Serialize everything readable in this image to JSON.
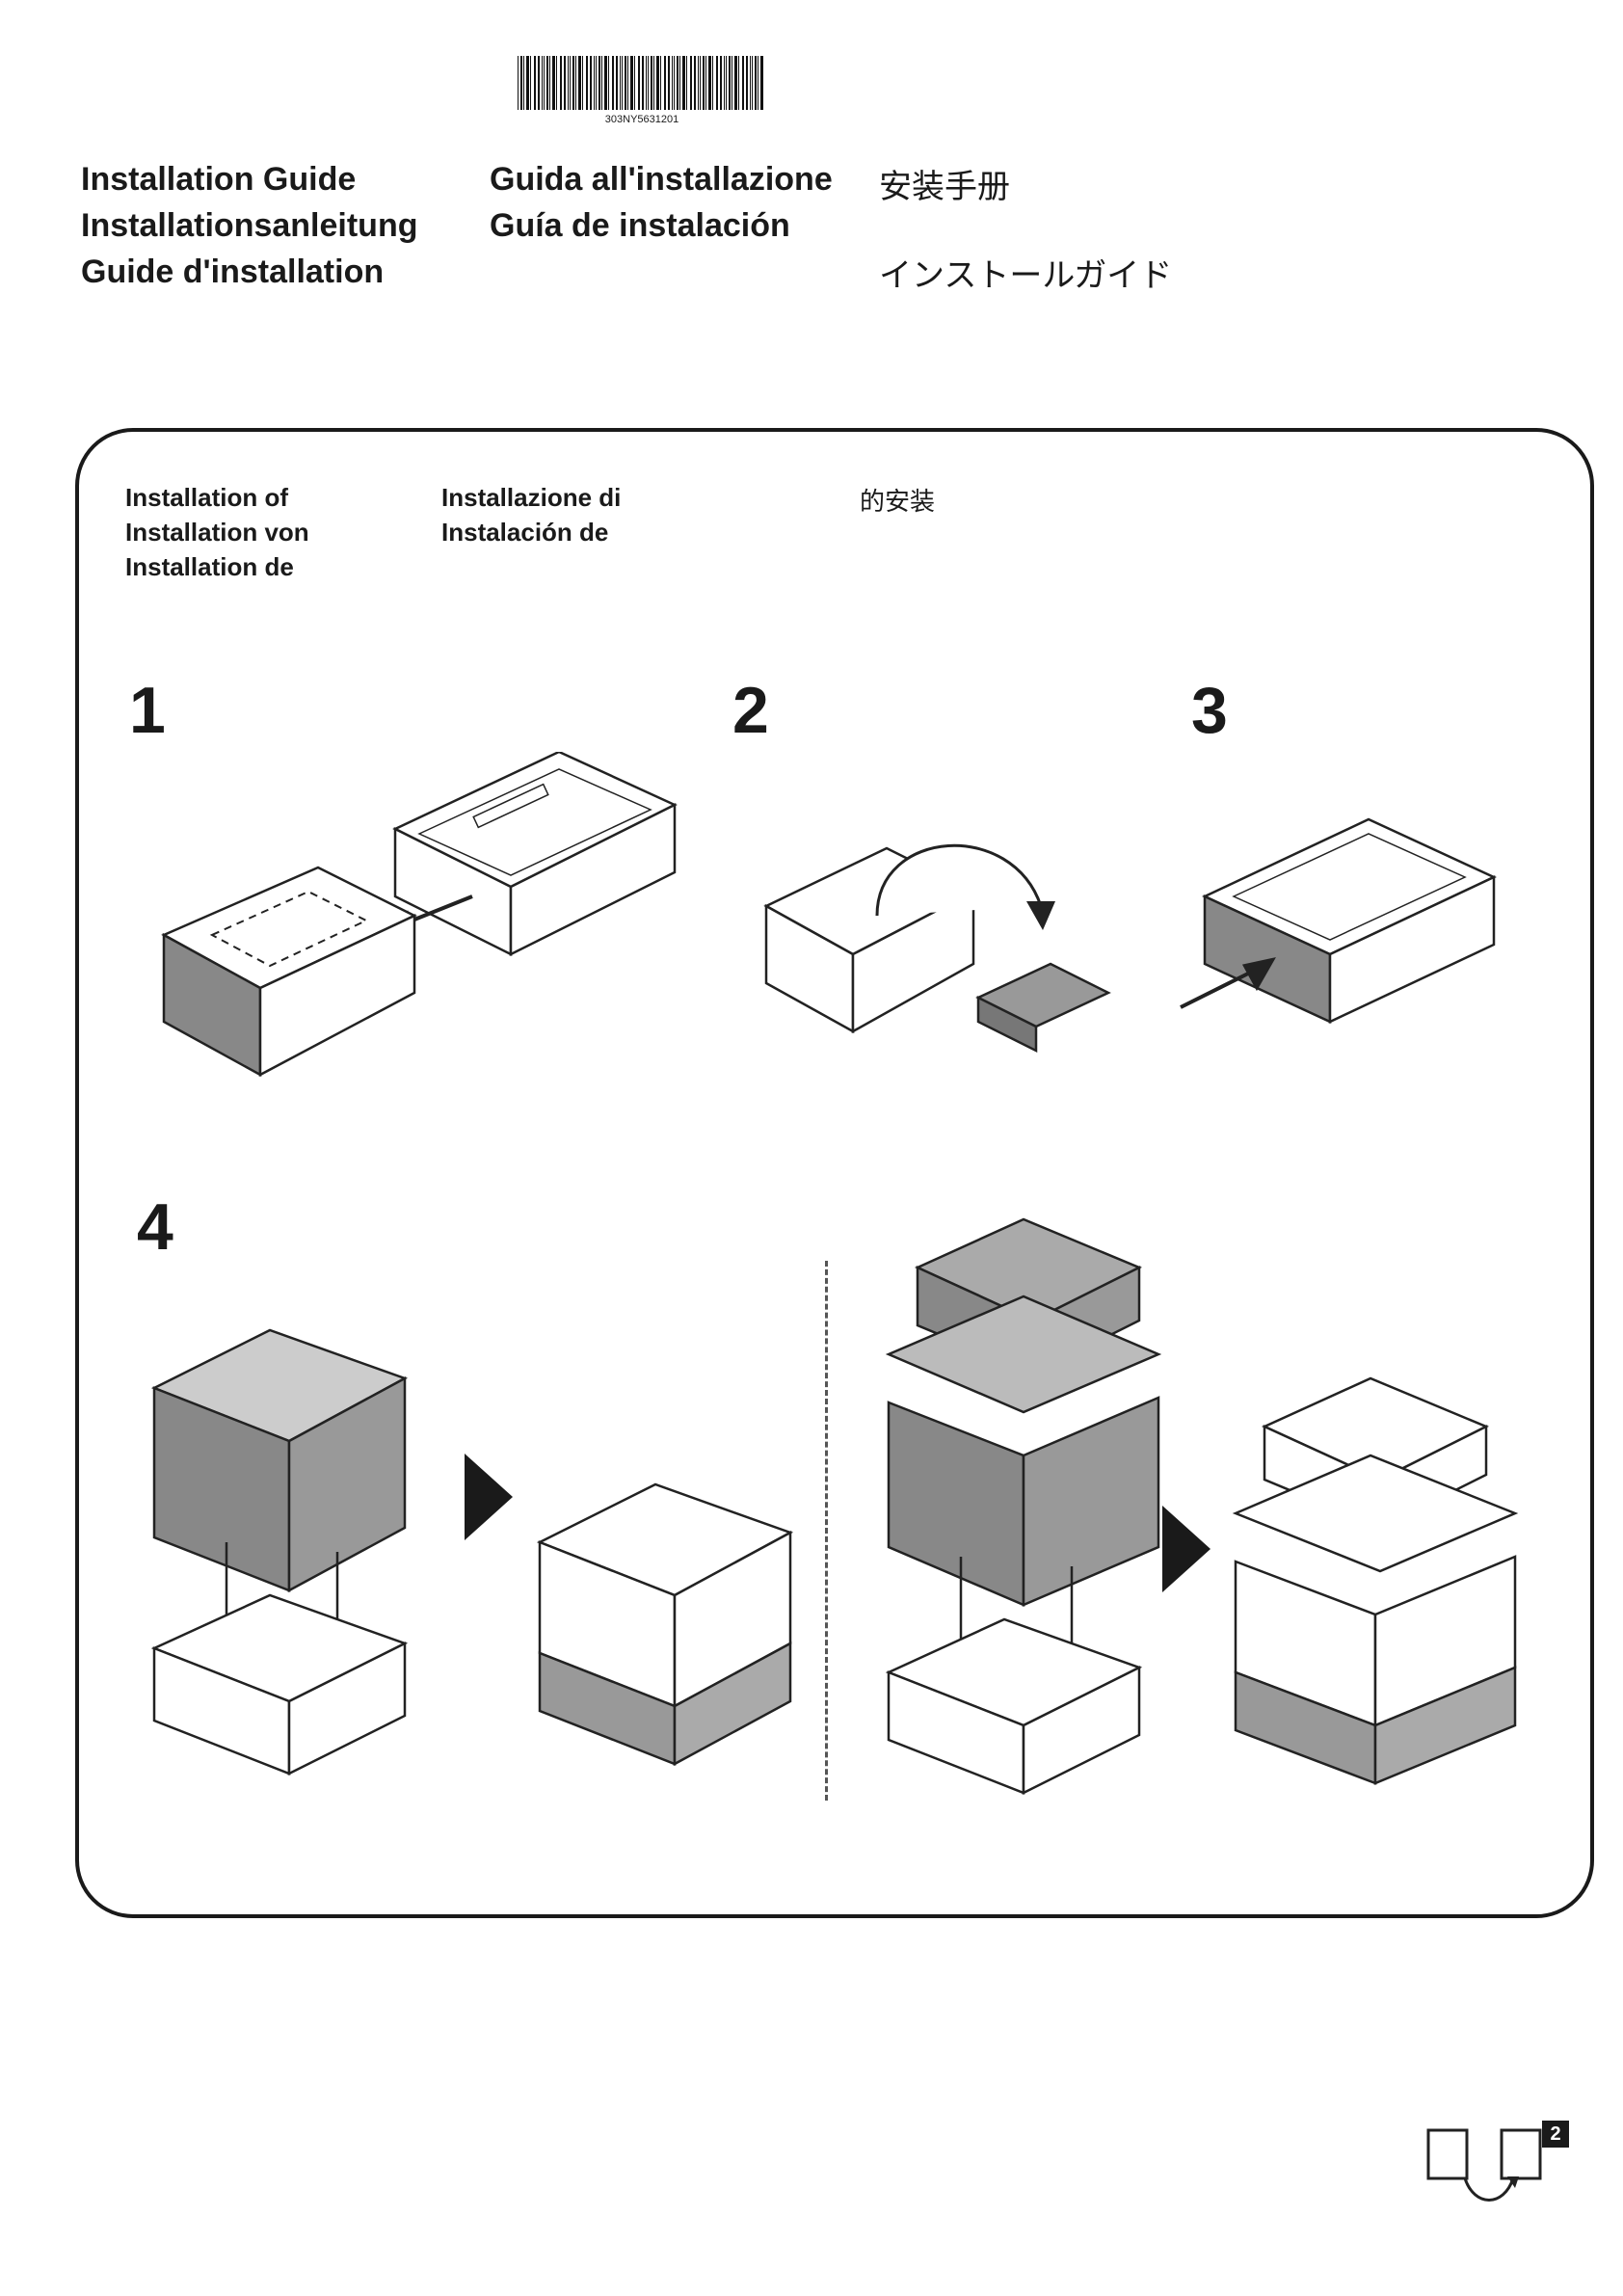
{
  "barcode": {
    "number": "303NY5631201"
  },
  "titles": {
    "en": "Installation Guide",
    "de": "Installationsanleitung",
    "fr": "Guide d'installation",
    "it": "Guida all'installazione",
    "es": "Guía de instalación",
    "zh": "安装手册",
    "ja": "インストールガイド"
  },
  "subtitles": {
    "en": "Installation of",
    "de": "Installation von",
    "fr": "Installation de",
    "it": "Installazione di",
    "es": "Instalación de",
    "zh": "的安装"
  },
  "steps": [
    "1",
    "2",
    "3",
    "4"
  ],
  "page_indicator": "2",
  "icons": {
    "step1": "paper-cassette-removal-illustration",
    "step2": "cassette-packing-removal-illustration",
    "step3": "cassette-insert-illustration",
    "step4a": "printer-on-feeder-illustration",
    "step4b": "mfp-on-feeder-illustration",
    "arrow": "next-triangle-icon",
    "turn": "turn-page-icon"
  }
}
